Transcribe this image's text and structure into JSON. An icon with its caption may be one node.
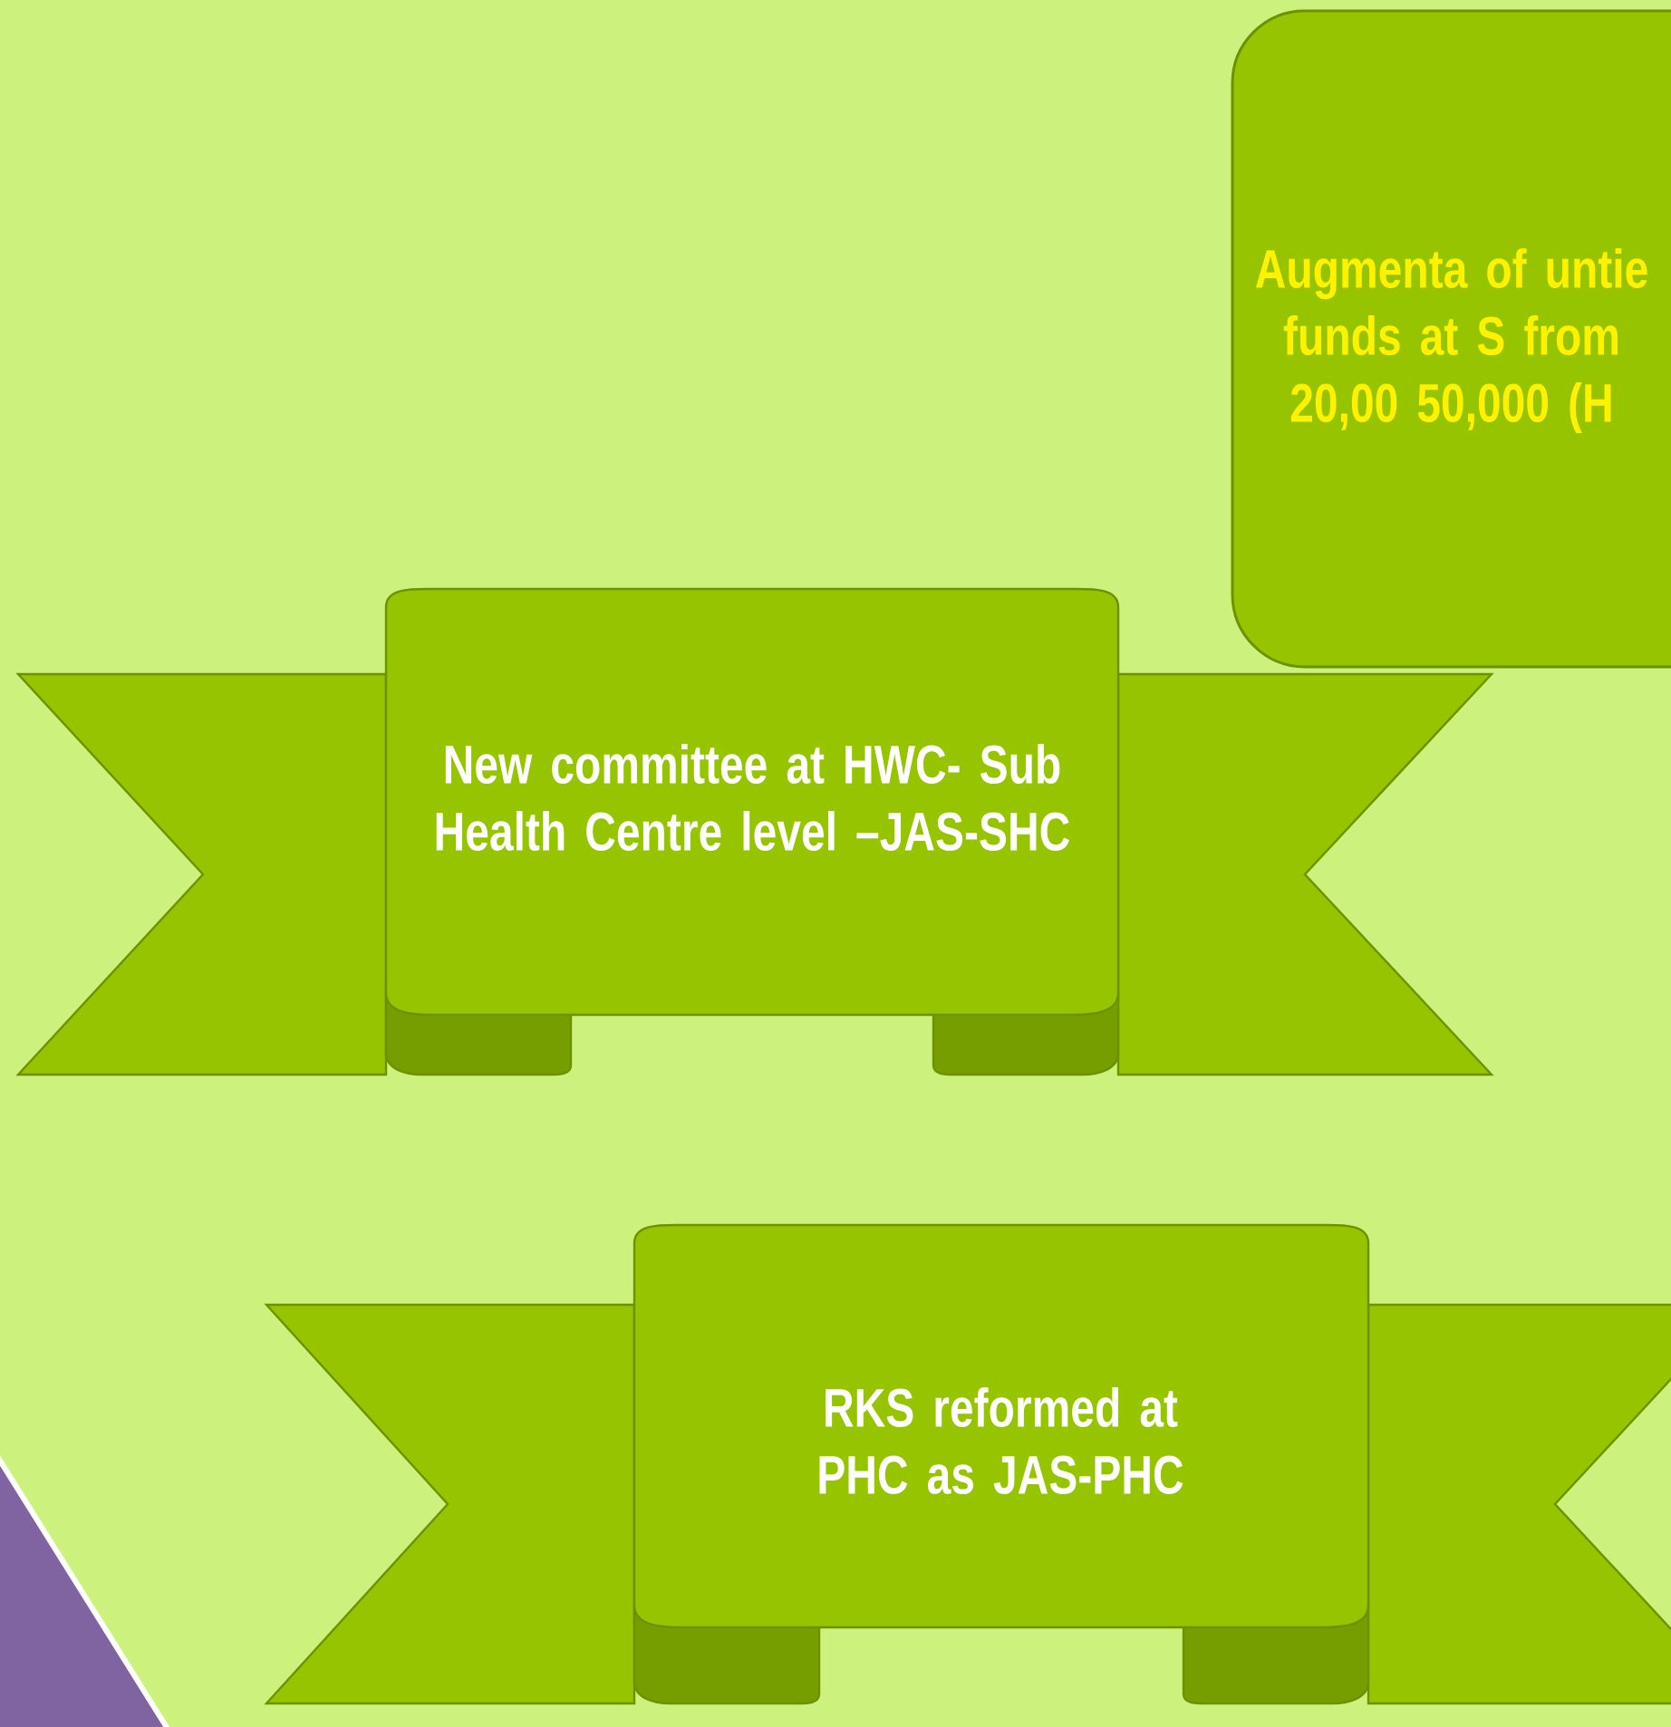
{
  "diagram": {
    "nodes": [
      {
        "text": [
          "Augmenta of untie funds at S from 20,00 50,000 (H"
        ]
      },
      {
        "text": [
          "New committee at HWC- Sub Health Centre level –JAS-SHC"
        ]
      },
      {
        "text": [
          "RKS reformed at PHC as JAS-PHC"
        ]
      }
    ]
  }
}
